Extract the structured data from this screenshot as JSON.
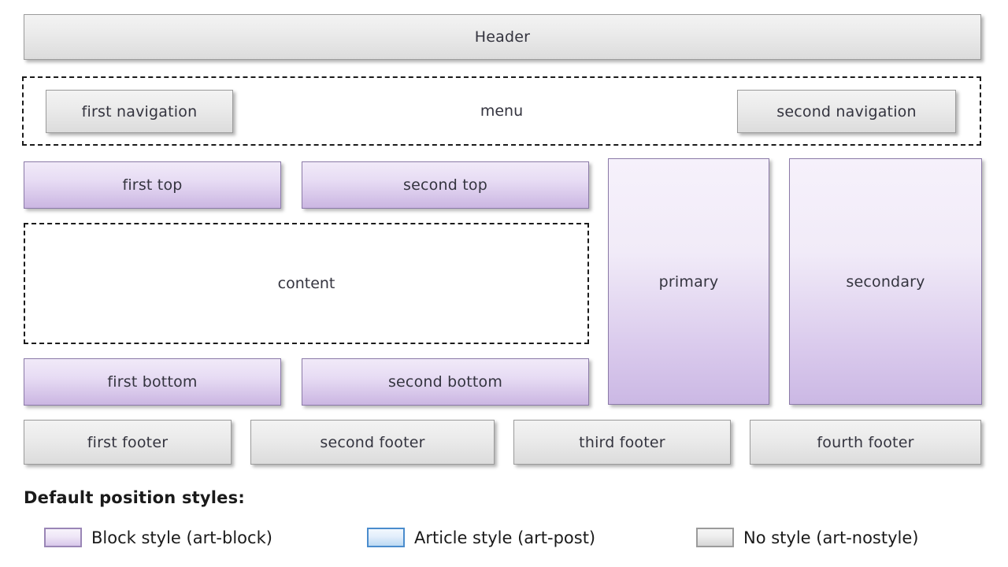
{
  "layout": {
    "header": {
      "label": "Header"
    },
    "menu_container": {
      "label": "menu"
    },
    "nav": [
      {
        "label": "first navigation"
      },
      {
        "label": "second navigation"
      }
    ],
    "top_blocks": [
      {
        "label": "first top"
      },
      {
        "label": "second top"
      }
    ],
    "content": {
      "label": "content"
    },
    "bottom_blocks": [
      {
        "label": "first bottom"
      },
      {
        "label": "second bottom"
      }
    ],
    "columns": [
      {
        "label": "primary"
      },
      {
        "label": "secondary"
      }
    ],
    "footers": [
      {
        "label": "first footer"
      },
      {
        "label": "second footer"
      },
      {
        "label": "third footer"
      },
      {
        "label": "fourth footer"
      }
    ]
  },
  "legend": {
    "title": "Default position styles:",
    "items": [
      {
        "label": "Block style (art-block)",
        "swatch": "block-swatch",
        "color": "#d8c7ea",
        "border": "#9a86b6"
      },
      {
        "label": "Article style (art-post)",
        "swatch": "post-swatch",
        "color": "#bcd9f3",
        "border": "#4a8ccd"
      },
      {
        "label": "No style (art-nostyle)",
        "swatch": "nostyle-swatch",
        "color": "#d6d6d6",
        "border": "#9b9b9b"
      }
    ]
  }
}
